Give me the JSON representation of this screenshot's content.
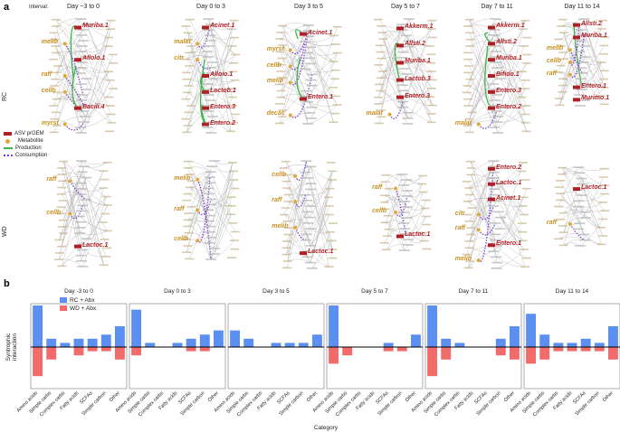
{
  "panel_a": {
    "letter": "a",
    "interval_label": "Interval:",
    "intervals": [
      "Day −3 to 0",
      "Day 0 to 3",
      "Day 3 to 5",
      "Day 5 to 7",
      "Day 7 to 11",
      "Day 11 to 14"
    ],
    "rows": [
      "RC",
      "WD"
    ],
    "legend": {
      "asv": "ASV prGEM",
      "metabolite": "Metabolite",
      "production": "Production",
      "consumption": "Consumption"
    },
    "colors": {
      "asv": "#b01f24",
      "metabolite": "#e0a83a",
      "production": "#3ab54a",
      "consumption": "#7b3fd1",
      "edges": "#b5b5b5"
    },
    "rc_labels": [
      [
        "Muriba.1",
        "melib",
        "Allolo.1",
        "raff",
        "cellb",
        "Bacili.4",
        "myrst"
      ],
      [
        "Acinet.1",
        "malat",
        "citr",
        "Alloio.1",
        "Lactob.1",
        "Entero.3",
        "Entero.2"
      ],
      [
        "Acinet.1",
        "myrst",
        "cellb",
        "melib",
        "Entero.1",
        "decac"
      ],
      [
        "Akkerm.1",
        "Allsti.2",
        "Muriba.1",
        "Lactob.3",
        "Entero.3",
        "malat"
      ],
      [
        "Akkerm.1",
        "Allsti.2",
        "Muriba.1",
        "Bifido.1",
        "Entero.3",
        "Entero.2",
        "malat"
      ],
      [
        "Allsti.2",
        "Muriba.1",
        "melib",
        "cellb",
        "raff",
        "Entero.1",
        "Murimo.1"
      ]
    ],
    "wd_labels": [
      [
        "raff",
        "cellb",
        "Lactoc.1"
      ],
      [
        "melib",
        "raff",
        "cellb"
      ],
      [
        "cellb",
        "raff",
        "melib",
        "Lactoc.1"
      ],
      [
        "raff",
        "cellb",
        "Lactoc.1"
      ],
      [
        "Entero.2",
        "Lactoc.1",
        "Acinet.1",
        "citr",
        "raff",
        "Entero.1",
        "melib"
      ],
      [
        "Lactoc.1",
        "raff"
      ]
    ]
  },
  "panel_b": {
    "letter": "b",
    "y_axis_label": "Syntrophic\ninteraction",
    "x_axis_label": "Category",
    "legend": [
      "RC + Abx",
      "WD + Abx"
    ],
    "colors": {
      "rc": "#5b8ff0",
      "wd": "#f26b6b"
    },
    "chart_data": {
      "type": "bar",
      "ylim": [
        -10,
        10
      ],
      "categories": [
        "Amino acids",
        "Simple carbs",
        "Complex carbs",
        "Fatty acids",
        "SCFAs",
        "Simple carbon",
        "Other"
      ],
      "panels": [
        {
          "title": "Day -3 to 0",
          "series": [
            {
              "name": "RC + Abx",
              "values": [
                10,
                2,
                1,
                2,
                2,
                3,
                5
              ]
            },
            {
              "name": "WD + Abx",
              "values": [
                -7,
                -3,
                0,
                -2,
                -1,
                -1,
                -3
              ]
            }
          ]
        },
        {
          "title": "Day 0 to 3",
          "series": [
            {
              "name": "RC + Abx",
              "values": [
                9,
                1,
                0,
                1,
                2,
                3,
                4
              ]
            },
            {
              "name": "WD + Abx",
              "values": [
                -2,
                0,
                0,
                0,
                -1,
                -1,
                0
              ]
            }
          ]
        },
        {
          "title": "Day 3 to 5",
          "series": [
            {
              "name": "RC + Abx",
              "values": [
                4,
                2,
                0,
                1,
                1,
                1,
                3
              ]
            },
            {
              "name": "WD + Abx",
              "values": [
                0,
                0,
                0,
                0,
                0,
                0,
                0
              ]
            }
          ]
        },
        {
          "title": "Day 5 to 7",
          "series": [
            {
              "name": "RC + Abx",
              "values": [
                10,
                0,
                0,
                0,
                1,
                0,
                3
              ]
            },
            {
              "name": "WD + Abx",
              "values": [
                -4,
                -2,
                0,
                0,
                -1,
                -1,
                0
              ]
            }
          ]
        },
        {
          "title": "Day 7 to 11",
          "series": [
            {
              "name": "RC + Abx",
              "values": [
                10,
                2,
                1,
                0,
                0,
                2,
                5
              ]
            },
            {
              "name": "WD + Abx",
              "values": [
                -7,
                -3,
                0,
                0,
                0,
                -2,
                -3
              ]
            }
          ]
        },
        {
          "title": "Day 11 to 14",
          "series": [
            {
              "name": "RC + Abx",
              "values": [
                8,
                3,
                1,
                1,
                2,
                1,
                5
              ]
            },
            {
              "name": "WD + Abx",
              "values": [
                -4,
                -3,
                -1,
                -1,
                -1,
                -1,
                -3
              ]
            }
          ]
        }
      ]
    }
  }
}
